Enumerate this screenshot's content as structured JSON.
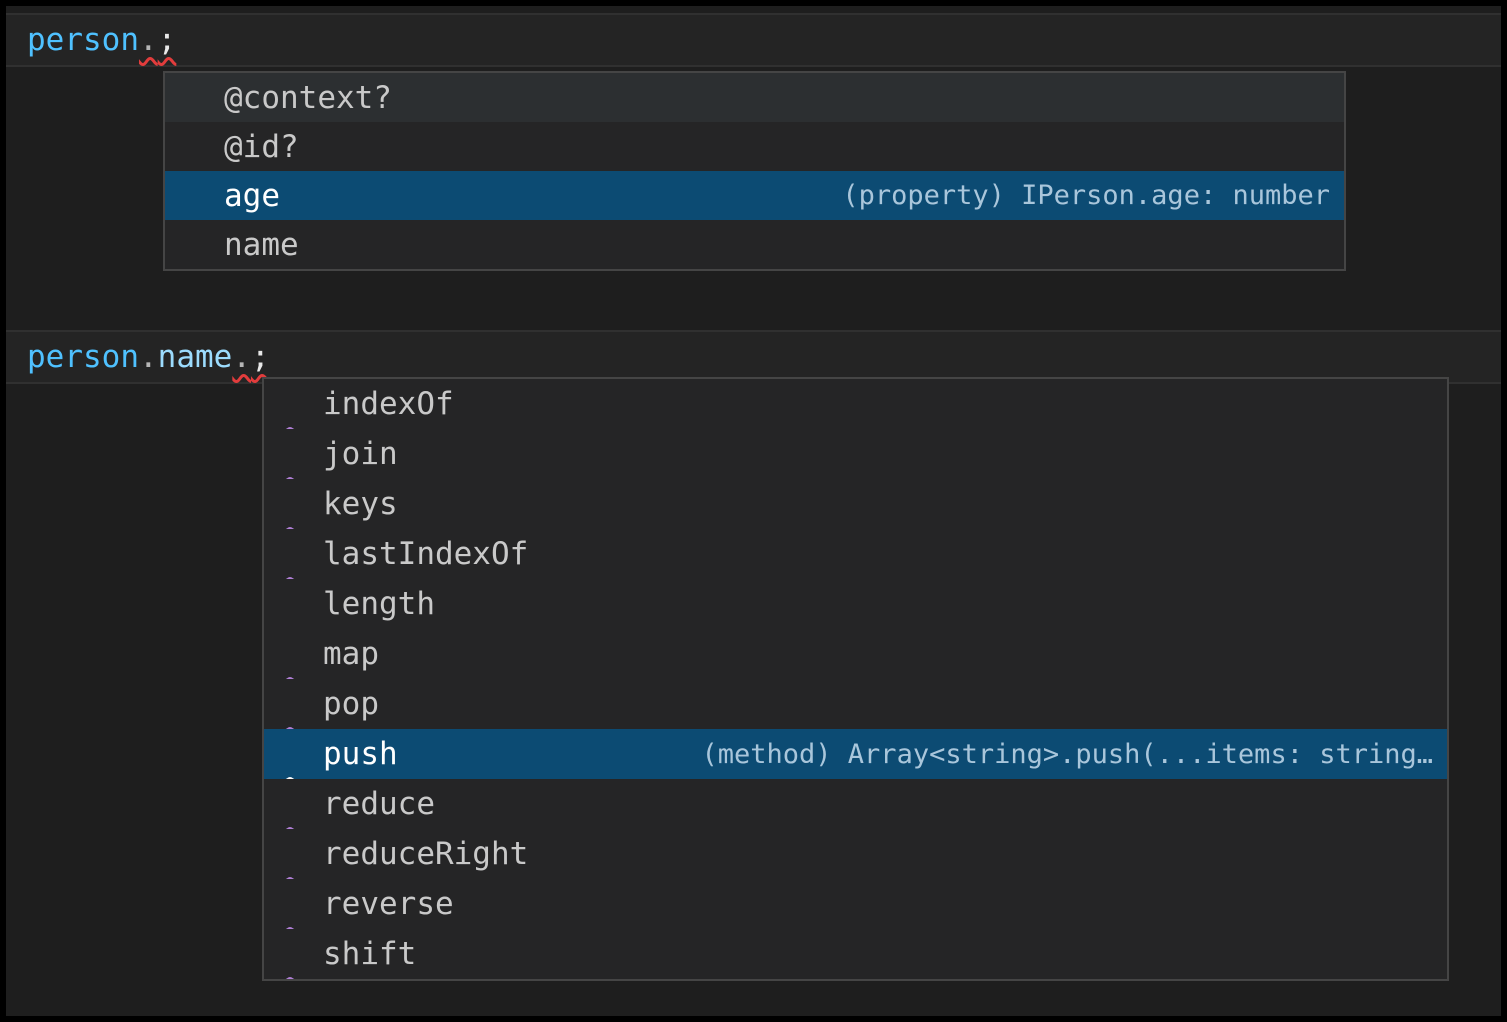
{
  "app": "code-editor-intellisense",
  "colors": {
    "editor_bg": "#1e1e1e",
    "line_bg": "#242424",
    "line_border": "#303030",
    "popup_bg": "#252526",
    "popup_border": "#454545",
    "hover_bg": "#2c2f31",
    "selection_bg": "#0c4b73",
    "item_text": "#c9c9c9",
    "selected_text": "#ffffff",
    "detail_text": "#a9c6db",
    "field_icon_color": "#75beff",
    "method_icon_color": "#b180d7",
    "variable_color": "#4fc1ff",
    "property_color": "#9cdcfe",
    "operator_color": "#b5b5b5",
    "punctuation_color": "#e8e8e8",
    "squiggle_color": "#e23c3c"
  },
  "code_lines": [
    {
      "text": "person.;",
      "tokens": [
        {
          "text": "person",
          "role": "variable",
          "error": false
        },
        {
          "text": ".",
          "role": "operator",
          "error": true
        },
        {
          "text": ";",
          "role": "punctuation",
          "error": true
        }
      ]
    },
    {
      "text": "person.name.;",
      "tokens": [
        {
          "text": "person",
          "role": "variable",
          "error": false
        },
        {
          "text": ".",
          "role": "operator",
          "error": false
        },
        {
          "text": "name",
          "role": "property",
          "error": false
        },
        {
          "text": ".",
          "role": "operator",
          "error": true
        },
        {
          "text": ";",
          "role": "punctuation",
          "error": true
        }
      ]
    }
  ],
  "suggest_popups": [
    {
      "name": "person-member-suggestions",
      "items": [
        {
          "label": "@context?",
          "kind": "field",
          "state": "hover",
          "detail": ""
        },
        {
          "label": "@id?",
          "kind": "field",
          "state": "normal",
          "detail": ""
        },
        {
          "label": "age",
          "kind": "field",
          "state": "selected",
          "detail": "(property) IPerson.age: number"
        },
        {
          "label": "name",
          "kind": "field",
          "state": "normal",
          "detail": ""
        }
      ]
    },
    {
      "name": "string-member-suggestions",
      "items": [
        {
          "label": "indexOf",
          "kind": "method",
          "state": "normal",
          "detail": ""
        },
        {
          "label": "join",
          "kind": "method",
          "state": "normal",
          "detail": ""
        },
        {
          "label": "keys",
          "kind": "method",
          "state": "normal",
          "detail": ""
        },
        {
          "label": "lastIndexOf",
          "kind": "method",
          "state": "normal",
          "detail": ""
        },
        {
          "label": "length",
          "kind": "field",
          "state": "normal",
          "detail": ""
        },
        {
          "label": "map",
          "kind": "method",
          "state": "normal",
          "detail": ""
        },
        {
          "label": "pop",
          "kind": "method",
          "state": "normal",
          "detail": ""
        },
        {
          "label": "push",
          "kind": "method",
          "state": "selected",
          "detail": "(method) Array<string>.push(...items: string…"
        },
        {
          "label": "reduce",
          "kind": "method",
          "state": "normal",
          "detail": ""
        },
        {
          "label": "reduceRight",
          "kind": "method",
          "state": "normal",
          "detail": ""
        },
        {
          "label": "reverse",
          "kind": "method",
          "state": "normal",
          "detail": ""
        },
        {
          "label": "shift",
          "kind": "method",
          "state": "normal",
          "detail": ""
        }
      ]
    }
  ],
  "icons": {
    "field": "symbol-field-icon",
    "method": "symbol-method-icon"
  }
}
